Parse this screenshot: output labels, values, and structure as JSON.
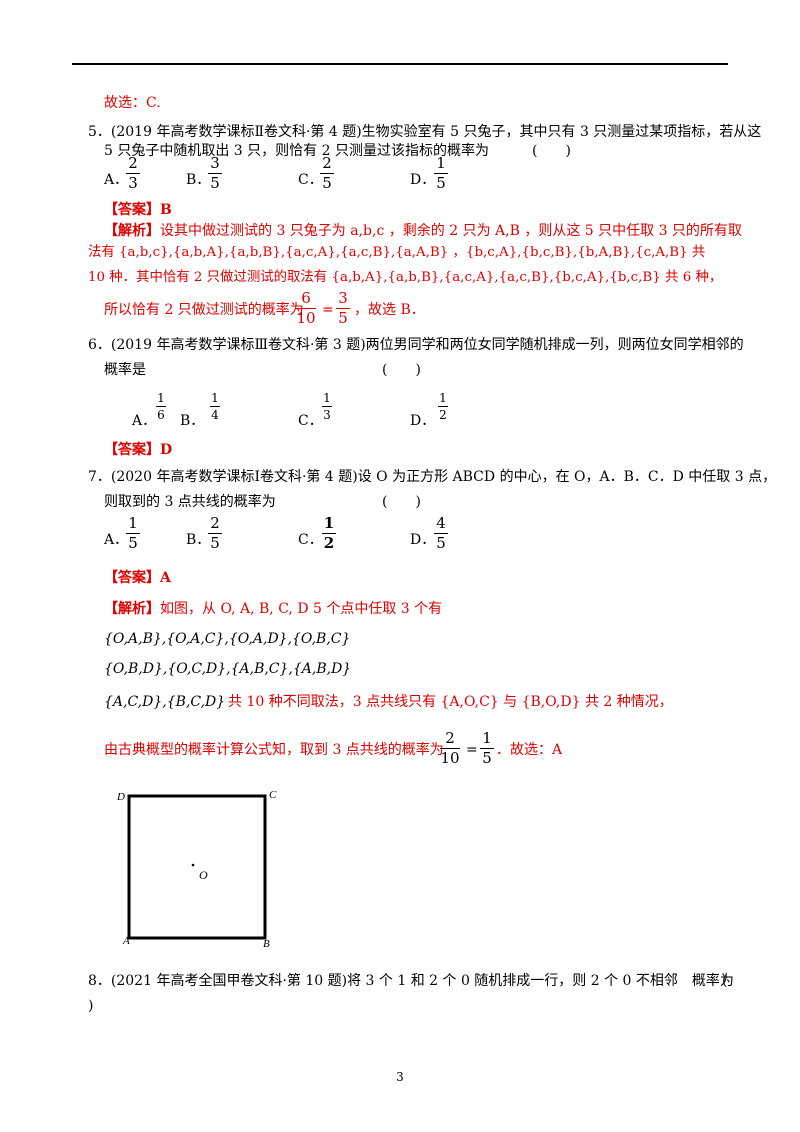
{
  "q4_tail": "故选：C.",
  "q5": {
    "line1": "5．(2019 年高考数学课标Ⅱ卷文科·第 4 题)生物实验室有 5 只兔子，其中只有 3 只测量过某项指标，若从这",
    "line2": "5 只兔子中随机取出 3 只，则恰有 2 只测量过该指标的概率为",
    "paren": "(　　)",
    "options": [
      {
        "label": "A．",
        "num": "2",
        "den": "3"
      },
      {
        "label": "B．",
        "num": "3",
        "den": "5"
      },
      {
        "label": "C．",
        "num": "2",
        "den": "5"
      },
      {
        "label": "D．",
        "num": "1",
        "den": "5"
      }
    ],
    "answer_tag": "【答案】",
    "answer": "B",
    "analysis_tag": "【解析】",
    "analysis_l1": "设其中做过测试的 3 只兔子为 a,b,c ，剩余的 2 只为 A,B ，则从这 5 只中任取 3 只的所有取",
    "analysis_l2": "法有 {a,b,c},{a,b,A},{a,b,B},{a,c,A},{a,c,B},{a,A,B} ，{b,c,A},{b,c,B},{b,A,B},{c,A,B} 共",
    "analysis_l3": "10 种．其中恰有 2 只做过测试的取法有 {a,b,A},{a,b,B},{a,c,A},{a,c,B},{b,c,A},{b,c,B} 共 6 种，",
    "analysis_l4a": "所以恰有 2 只做过测试的概率为",
    "frac1_num": "6",
    "frac1_den": "10",
    "eq": "=",
    "frac2_num": "3",
    "frac2_den": "5",
    "analysis_l4b": "，故选 B．"
  },
  "q6": {
    "line1": "6．(2019 年高考数学课标Ⅲ卷文科·第 3 题)两位男同学和两位女同学随机排成一列，则两位女同学相邻的",
    "line2": "概率是",
    "paren": "(　　)",
    "options": [
      {
        "label": "A．",
        "num": "1",
        "den": "6"
      },
      {
        "label": "B．",
        "num": "1",
        "den": "4"
      },
      {
        "label": "C．",
        "num": "1",
        "den": "3"
      },
      {
        "label": "D．",
        "num": "1",
        "den": "2"
      }
    ],
    "answer_tag": "【答案】",
    "answer": "D"
  },
  "q7": {
    "line1": "7．(2020 年高考数学课标Ⅰ卷文科·第 4 题)设 O 为正方形 ABCD 的中心，在 O，A．B．C．D 中任取 3 点，",
    "line2": "则取到的 3 点共线的概率为",
    "paren": "(　　)",
    "options": [
      {
        "label": "A．",
        "num": "1",
        "den": "5"
      },
      {
        "label": "B．",
        "num": "2",
        "den": "5"
      },
      {
        "label": "C．",
        "num": "1",
        "den": "2"
      },
      {
        "label": "D．",
        "num": "4",
        "den": "5"
      }
    ],
    "answer_tag": "【答案】",
    "answer": "A",
    "analysis_tag": "【解析】",
    "analysis_l1": "如图，从 O, A, B, C, D 5 个点中任取 3 个有",
    "set_l1": "{O,A,B},{O,A,C},{O,A,D},{O,B,C}",
    "set_l2": "{O,B,D},{O,C,D},{A,B,C},{A,B,D}",
    "set_l3": "{A,C,D},{B,C,D}",
    "analysis_l3b": "共 10 种不同取法，3 点共线只有 {A,O,C} 与 {B,O,D} 共 2 种情况，",
    "analysis_l4a": "由古典概型的概率计算公式知，取到 3 点共线的概率为",
    "frac1_num": "2",
    "frac1_den": "10",
    "eq": "=",
    "frac2_num": "1",
    "frac2_den": "5",
    "analysis_l4b": "．故选：A"
  },
  "figure": {
    "D": "D",
    "C": "C",
    "O": "O",
    "A": "A",
    "B": "B"
  },
  "q8": {
    "line1": "8．(2021 年高考全国甲卷文科·第 10 题)将 3 个 1 和 2 个 0 随机排成一行，则 2 个 0 不相邻　概率为",
    "paren_open": "(",
    "paren_close": ")"
  },
  "page_number": "3"
}
